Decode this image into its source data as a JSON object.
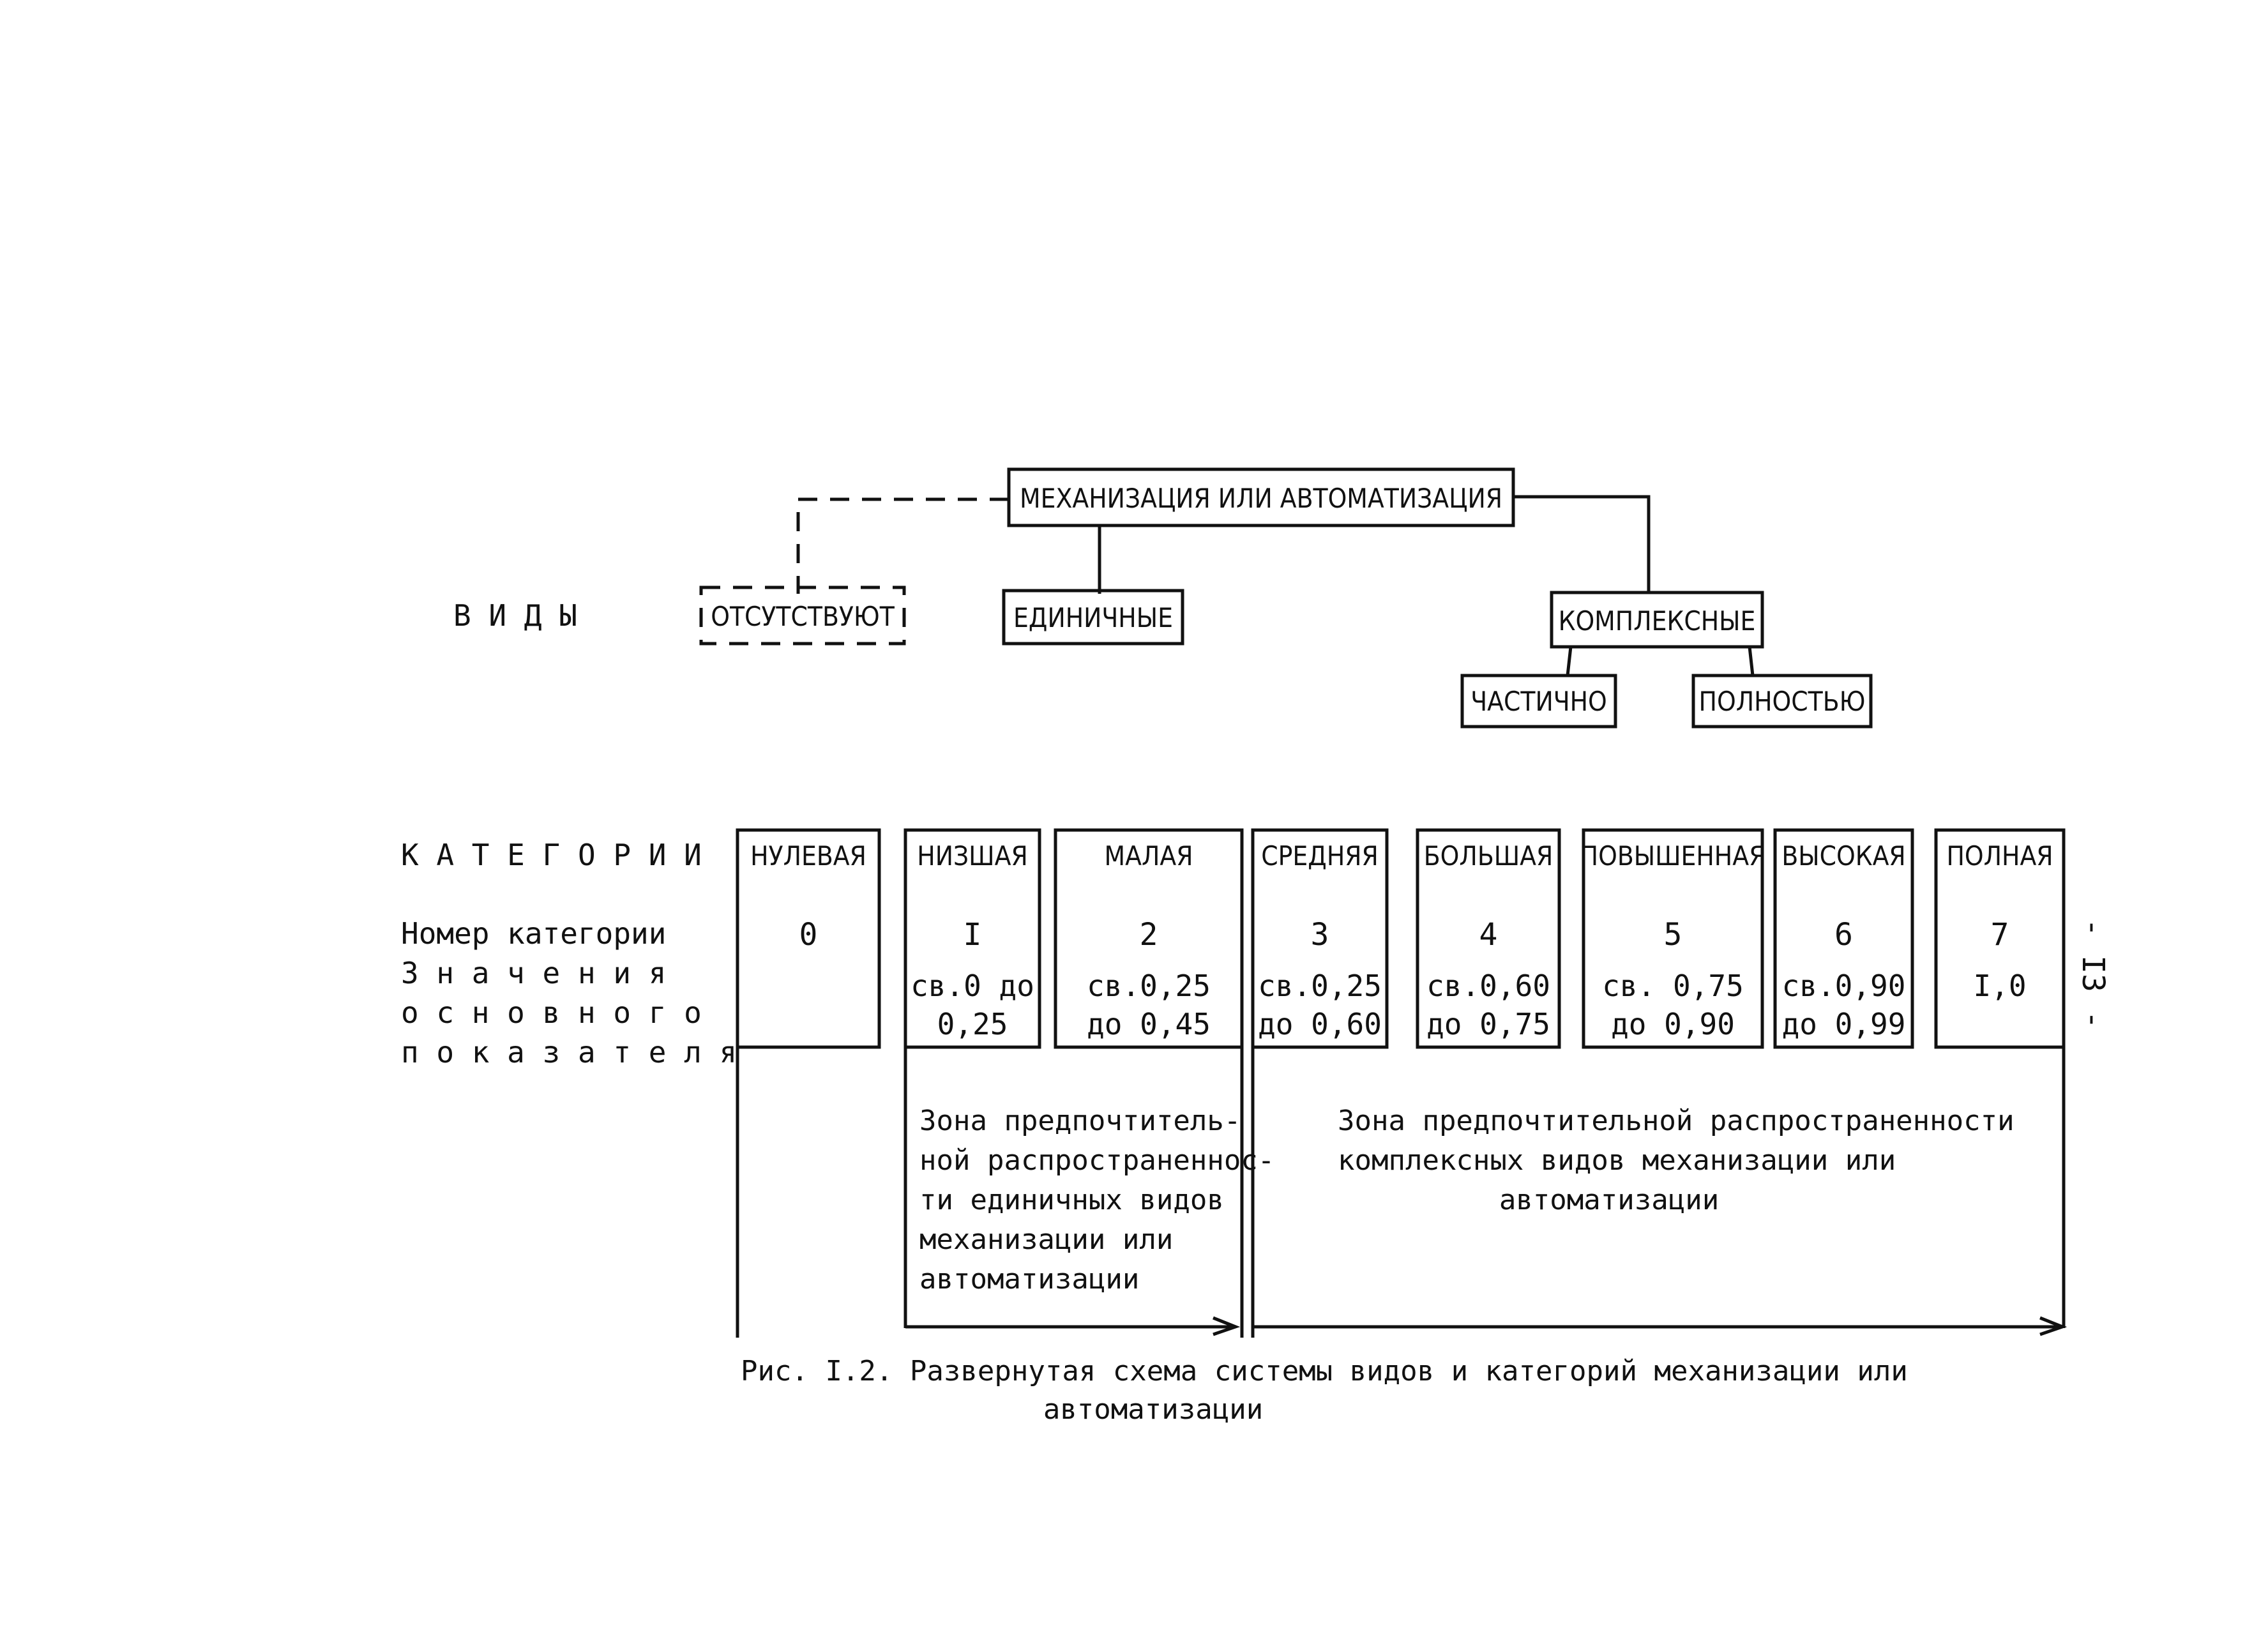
{
  "tree": {
    "root": "МЕХАНИЗАЦИЯ ИЛИ АВТОМАТИЗАЦИЯ",
    "kinds_label": "В И Д Ы",
    "absent": "ОТСУТСТВУЮТ",
    "single": "ЕДИНИЧНЫЕ",
    "complex": "КОМПЛЕКСНЫЕ",
    "partial": "ЧАСТИЧНО",
    "full": "ПОЛНОСТЬЮ"
  },
  "table": {
    "categories_label": "К А Т Е Г О Р И И",
    "number_label": "Номер категории",
    "values_label_1": "З н а ч е н и я",
    "values_label_2": "о с н о в н о г о",
    "values_label_3": "п о к а з а т е л я",
    "columns": [
      {
        "name": "НУЛЕВАЯ",
        "number": "0",
        "v1": "",
        "v2": ""
      },
      {
        "name": "НИЗШАЯ",
        "number": "I",
        "v1": "св.0 до",
        "v2": "0,25"
      },
      {
        "name": "МАЛАЯ",
        "number": "2",
        "v1": "св.0,25",
        "v2": "до 0,45"
      },
      {
        "name": "СРЕДНЯЯ",
        "number": "3",
        "v1": "св.0,25",
        "v2": "до 0,60"
      },
      {
        "name": "БОЛЬШАЯ",
        "number": "4",
        "v1": "св.0,60",
        "v2": "до 0,75"
      },
      {
        "name": "ПОВЫШЕННАЯ",
        "number": "5",
        "v1": "св. 0,75",
        "v2": "до  0,90"
      },
      {
        "name": "ВЫСОКАЯ",
        "number": "6",
        "v1": "св.0,90",
        "v2": "до 0,99"
      },
      {
        "name": "ПОЛНАЯ",
        "number": "7",
        "v1": "I,0",
        "v2": ""
      }
    ]
  },
  "zones": {
    "single": [
      "Зона предпочтитель-",
      "ной распространеннос-",
      "ти единичных видов",
      "механизации или",
      "автоматизации"
    ],
    "complex": [
      "Зона предпочтительной распространенности",
      "комплексных видов механизации или",
      "автоматизации"
    ]
  },
  "caption": {
    "line1": "Рис. I.2. Развернутая схема системы видов и категорий механизации или",
    "line2": "автоматизации"
  },
  "page_number": "- I3 -"
}
